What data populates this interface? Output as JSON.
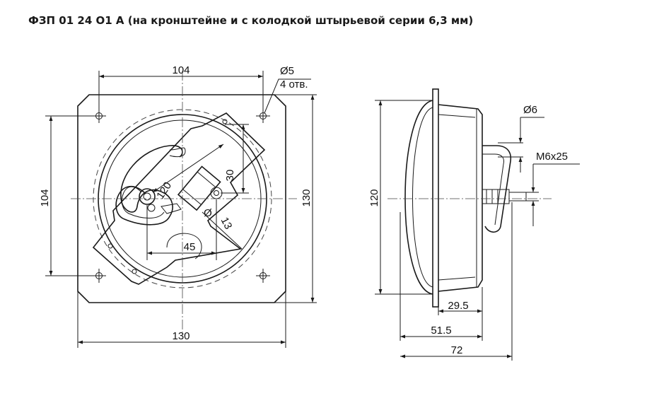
{
  "title": "ФЗП 01 24 О1 А (на кронштейне и с колодкой штырьевой серии 6,3 мм)",
  "front_view": {
    "dim_top": "104",
    "dim_hole_dia": "Ø5",
    "dim_hole_count": "4 отв.",
    "dim_left": "104",
    "dim_right": "130",
    "dim_bottom": "130",
    "dim_120": "120",
    "dim_30": "30",
    "dim_45": "45",
    "dim_13": "13",
    "dim_diameter_symbol": "Ø"
  },
  "side_view": {
    "dim_d6": "Ø6",
    "dim_thread": "M6x25",
    "dim_120": "120",
    "dim_29_5": "29.5",
    "dim_51_5": "51.5",
    "dim_72": "72"
  }
}
